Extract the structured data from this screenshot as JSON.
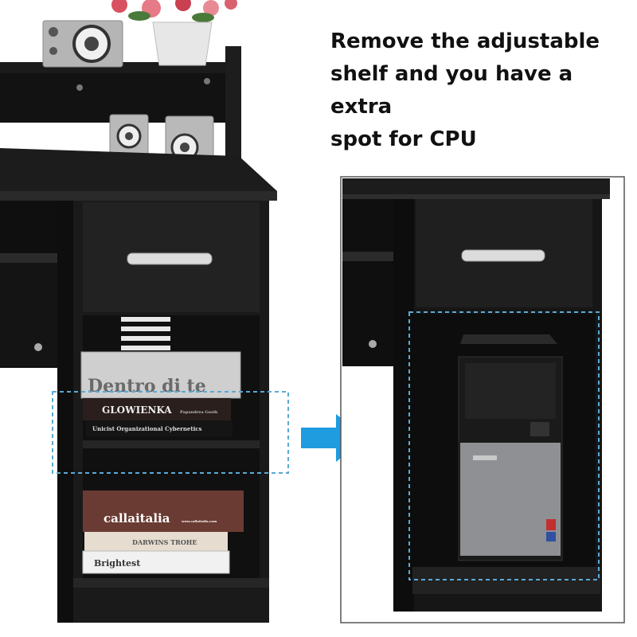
{
  "caption": "Remove the adjustable\nshelf and you have a extra\nspot for CPU",
  "books": {
    "top_title": "Dentro di te",
    "middle_title": "GLOWIENKA",
    "middle_subtitle": "Papandrea Gosik",
    "lower_title": "Unicist Organizational Cybernetics",
    "calla": "callaitalia",
    "calla_small": "www.callaitalia.com",
    "darwin": "DARWINS TROHE",
    "brightest": "Brightest"
  },
  "colors": {
    "desk": "#161616",
    "desk_edge": "#2a2a2a",
    "dashed_outline": "#5aa9d6",
    "arrow": "#1f9be0",
    "pc_case": "#1a1a1a",
    "pc_grille": "#8e9093"
  }
}
